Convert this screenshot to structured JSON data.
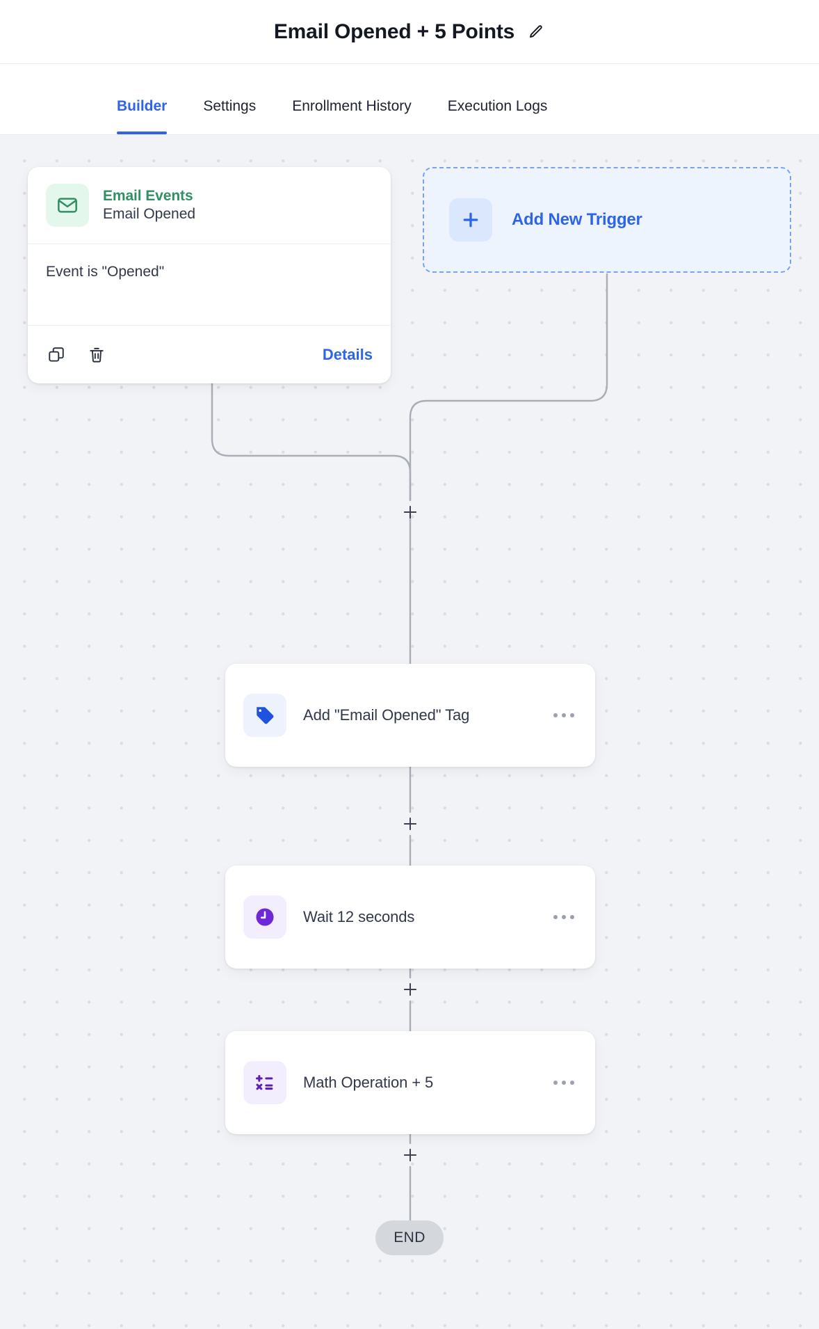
{
  "header": {
    "title": "Email Opened + 5 Points",
    "edit_icon": "pencil-icon"
  },
  "tabs": [
    {
      "label": "Builder",
      "active": true
    },
    {
      "label": "Settings",
      "active": false
    },
    {
      "label": "Enrollment History",
      "active": false
    },
    {
      "label": "Execution Logs",
      "active": false
    }
  ],
  "canvas": {
    "trigger": {
      "icon": "envelope-icon",
      "category": "Email Events",
      "name": "Email Opened",
      "condition": "Event is \"Opened\"",
      "duplicate_icon": "copy-icon",
      "delete_icon": "trash-icon",
      "details_label": "Details"
    },
    "add_trigger": {
      "icon": "plus-icon",
      "label": "Add New Trigger"
    },
    "nodes": [
      {
        "icon": "tag-icon",
        "label": "Add \"Email Opened\" Tag",
        "menu_icon": "ellipsis-icon"
      },
      {
        "icon": "clock-icon",
        "label": "Wait 12 seconds",
        "menu_icon": "ellipsis-icon"
      },
      {
        "icon": "math-icon",
        "label": "Math Operation + 5",
        "menu_icon": "ellipsis-icon"
      }
    ],
    "add_step_icon": "plus-icon",
    "end_label": "END"
  },
  "colors": {
    "accent_blue": "#2d64e8",
    "trigger_green": "#2f9163",
    "icon_purple": "#6d28d9",
    "canvas_bg": "#f2f3f6",
    "wire": "#a9adb6"
  }
}
